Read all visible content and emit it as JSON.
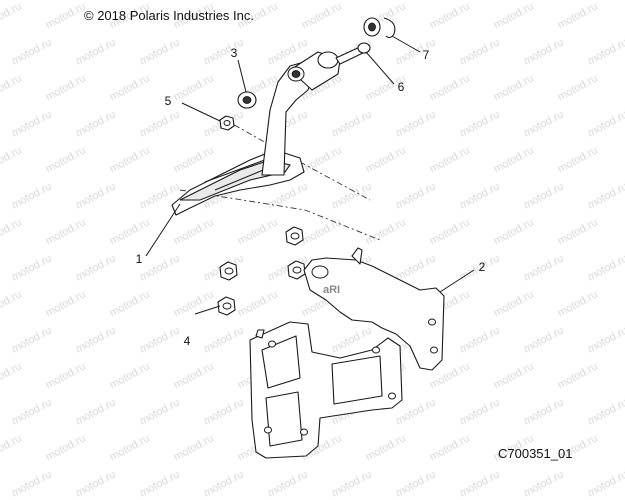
{
  "copyright": "© 2018 Polaris Industries Inc.",
  "figure_code": "C700351_01",
  "watermark_text": "motod.ru",
  "center_mark": "aRI",
  "callouts": {
    "c1": "1",
    "c2": "2",
    "c3": "3",
    "c4": "4",
    "c5": "5",
    "c6": "6",
    "c7": "7"
  },
  "colors": {
    "line": "#1a1a1a",
    "watermark": "#d9d9d9",
    "background": "#ffffff"
  }
}
